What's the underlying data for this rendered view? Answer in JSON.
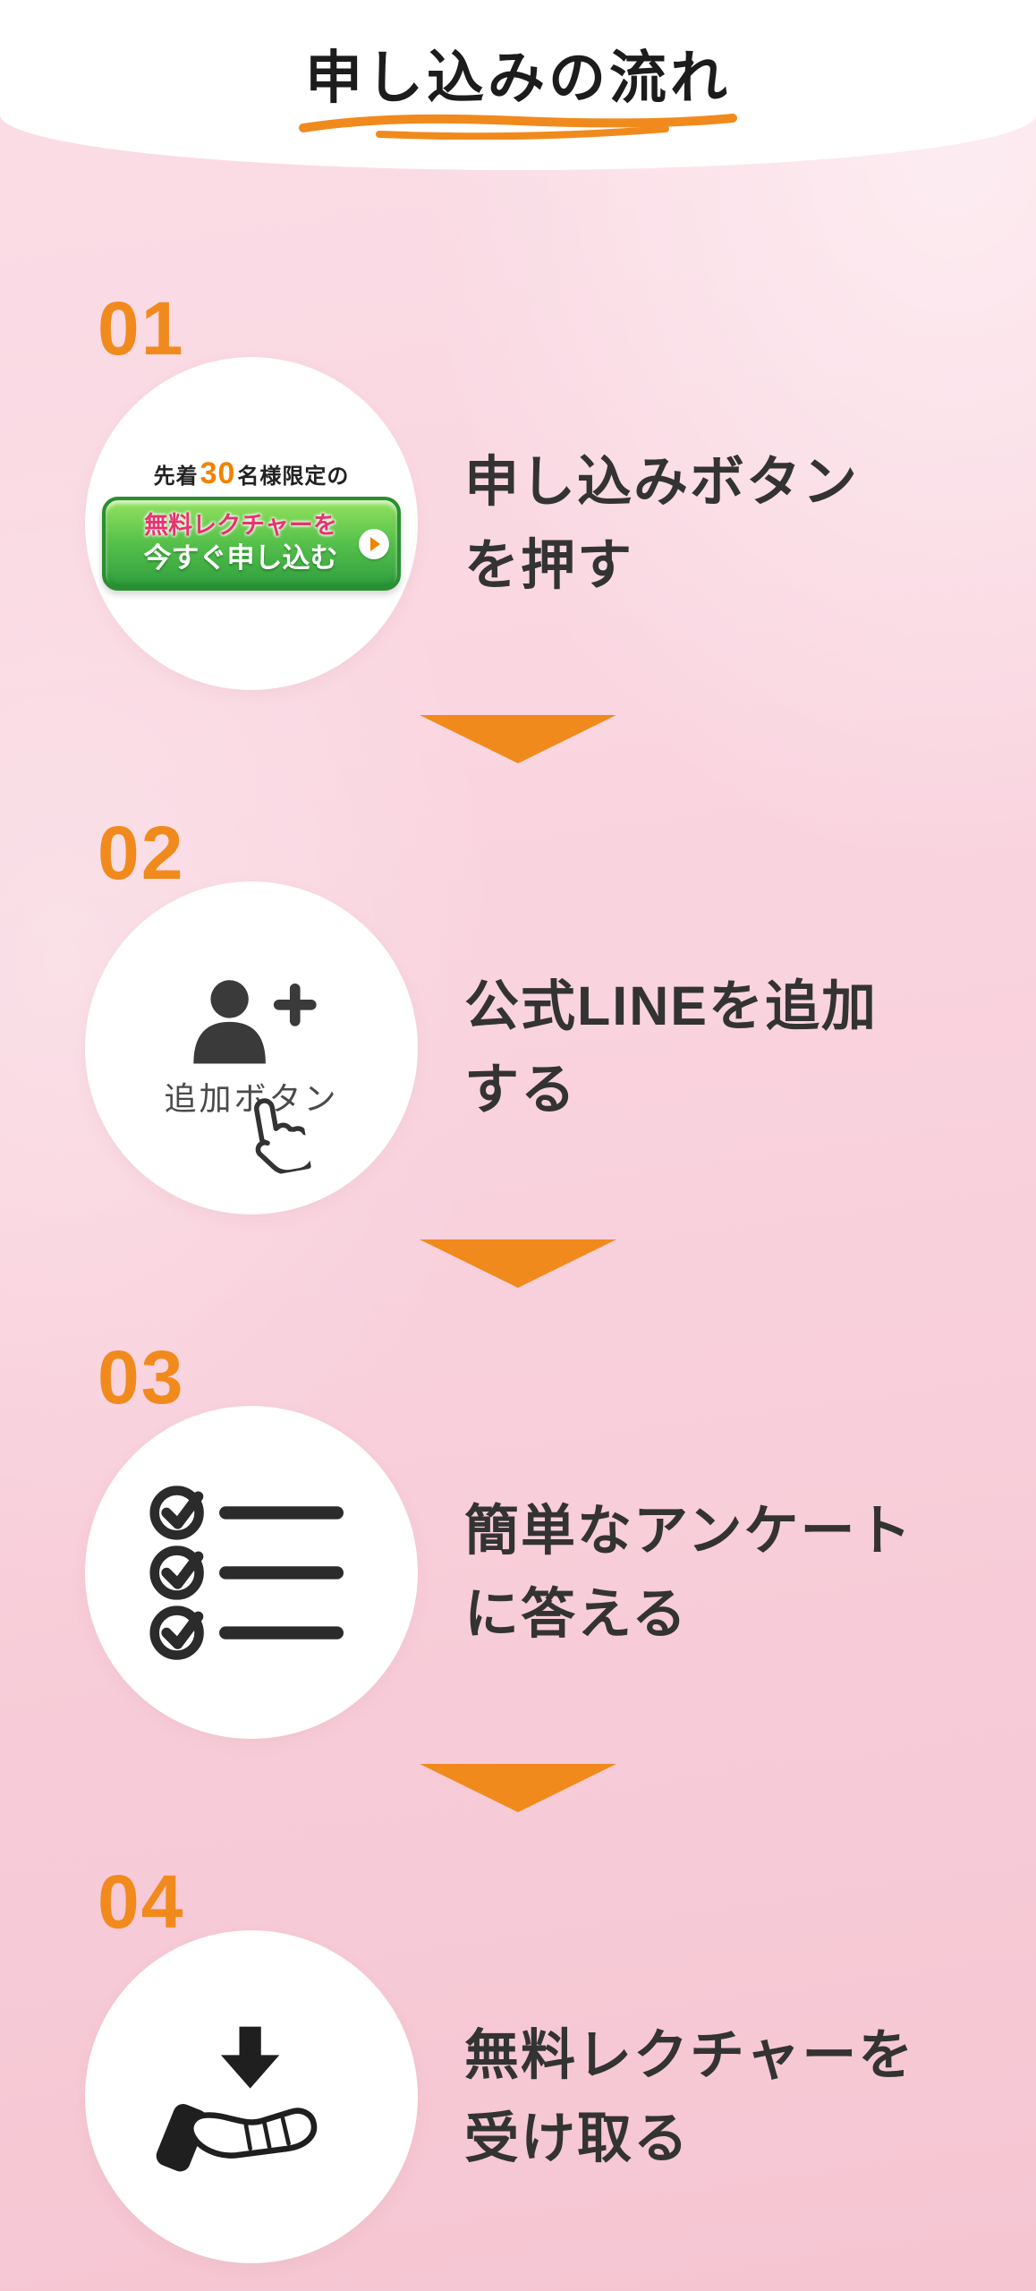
{
  "header": {
    "title": "申し込みの流れ"
  },
  "steps": [
    {
      "number": "01",
      "line1": "申し込みボタン",
      "line2": "を押す",
      "icon": "signup-button-image",
      "button": {
        "limit_prefix": "先着",
        "limit_number": "30",
        "limit_suffix": "名様限定の",
        "label_line1": "無料レクチャーを",
        "label_line2": "今すぐ申し込む"
      }
    },
    {
      "number": "02",
      "line1": "公式LINEを追加",
      "line2": "する",
      "icon": "person-add-icon",
      "icon_label": "追加ボタン"
    },
    {
      "number": "03",
      "line1": "簡単なアンケート",
      "line2": "に答える",
      "icon": "checklist-icon"
    },
    {
      "number": "04",
      "line1": "無料レクチャーを",
      "line2": "受け取る",
      "icon": "receive-hand-icon"
    }
  ],
  "flow_arrow_icon": "down-arrow",
  "colors": {
    "accent_orange": "#F18A1D",
    "number_orange": "#F18A1D",
    "text_dark": "#333333",
    "bg_pink_top": "#FBDDE6",
    "bg_pink_bottom": "#F5C5D2",
    "header_white": "#FFFFFF",
    "button_green": "#55C04A",
    "button_border_green": "#2A8F2E",
    "button_pink_text": "#E8336E",
    "icon_dark": "#333333"
  }
}
